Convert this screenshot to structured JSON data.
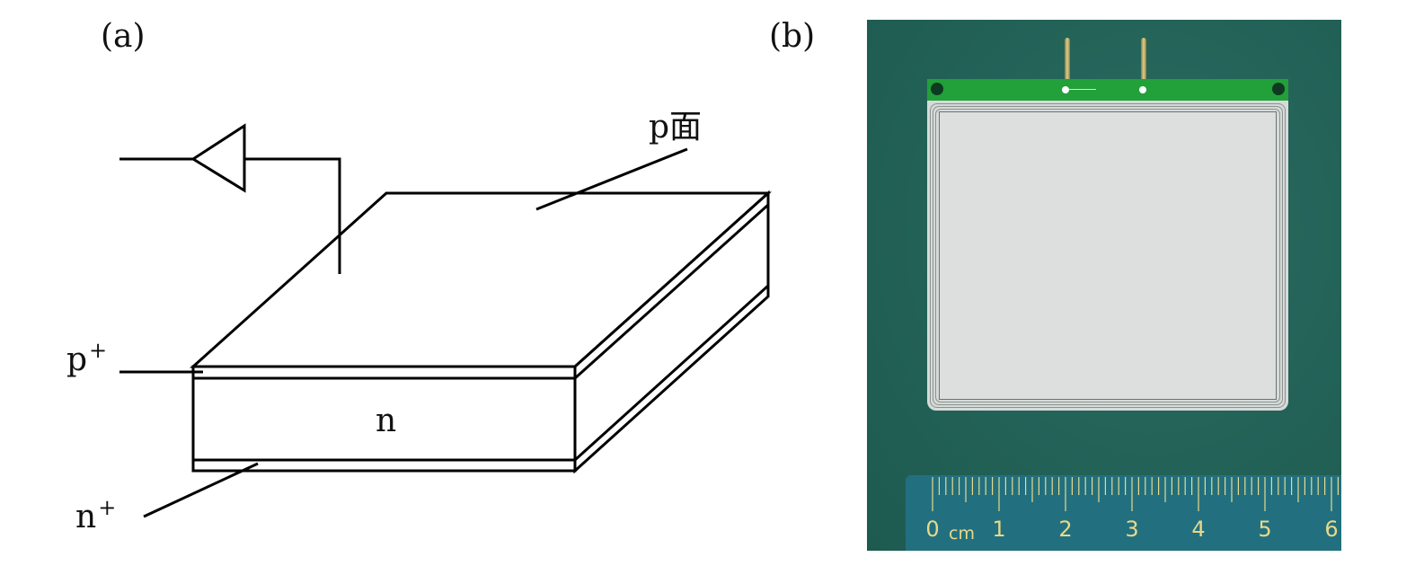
{
  "panel_a": {
    "label": "(a)",
    "p_face": "p面",
    "p_plus": "p",
    "p_plus_sup": "+",
    "n": "n",
    "n_plus": "n",
    "n_plus_sup": "+"
  },
  "panel_b": {
    "label": "(b)",
    "ruler": {
      "unit": "cm",
      "ticks": [
        "0",
        "1",
        "2",
        "3",
        "4",
        "5",
        "6"
      ]
    }
  },
  "colors": {
    "background_green": "#1f5f55",
    "pcb_green": "#22a03a",
    "detector_face": "#d5d9d8",
    "ruler_blue": "#22707f",
    "ruler_marks": "#e8d98a"
  }
}
